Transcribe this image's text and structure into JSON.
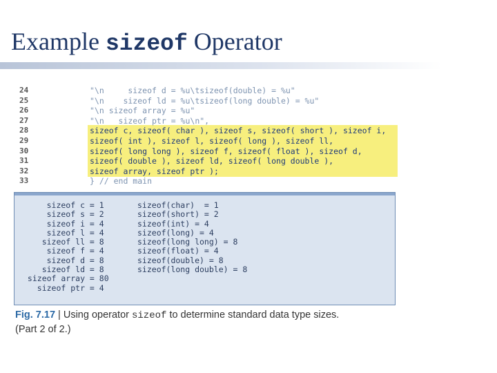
{
  "slide": {
    "title_pre": "Example ",
    "title_code": "sizeof",
    "title_post": " Operator"
  },
  "code": [
    {
      "num": "24",
      "text": "\"\\n     sizeof d = %u\\tsizeof(double) = %u\"",
      "hi": false
    },
    {
      "num": "25",
      "text": "\"\\n    sizeof ld = %u\\tsizeof(long double) = %u\"",
      "hi": false
    },
    {
      "num": "26",
      "text": "\"\\n sizeof array = %u\"",
      "hi": false
    },
    {
      "num": "27",
      "text": "\"\\n   sizeof ptr = %u\\n\",",
      "hi": false
    },
    {
      "num": "28",
      "text": "sizeof c, sizeof( char ), sizeof s, sizeof( short ), sizeof i,",
      "hi": true
    },
    {
      "num": "29",
      "text": "sizeof( int ), sizeof l, sizeof( long ), sizeof ll,",
      "hi": true
    },
    {
      "num": "30",
      "text": "sizeof( long long ), sizeof f, sizeof( float ), sizeof d,",
      "hi": true
    },
    {
      "num": "31",
      "text": "sizeof( double ), sizeof ld, sizeof( long double ),",
      "hi": true
    },
    {
      "num": "32",
      "text": "sizeof array, sizeof ptr );",
      "hi": true
    },
    {
      "num": "33",
      "text": "} // end main",
      "hi": false
    }
  ],
  "output": {
    "left": [
      "     sizeof c = 1",
      "     sizeof s = 2",
      "     sizeof i = 4",
      "     sizeof l = 4",
      "    sizeof ll = 8",
      "     sizeof f = 4",
      "     sizeof d = 8",
      "    sizeof ld = 8",
      " sizeof array = 80",
      "   sizeof ptr = 4"
    ],
    "right": [
      "sizeof(char)  = 1",
      "sizeof(short) = 2",
      "sizeof(int) = 4",
      "sizeof(long) = 4",
      "sizeof(long long) = 8",
      "sizeof(float) = 4",
      "sizeof(double) = 8",
      "sizeof(long double) = 8"
    ]
  },
  "caption": {
    "fig": "Fig. 7.17",
    "sep": " | ",
    "text1": "Using operator ",
    "code": "sizeof",
    "text2": " to determine standard data type sizes. (Part 2 of 2.)"
  }
}
